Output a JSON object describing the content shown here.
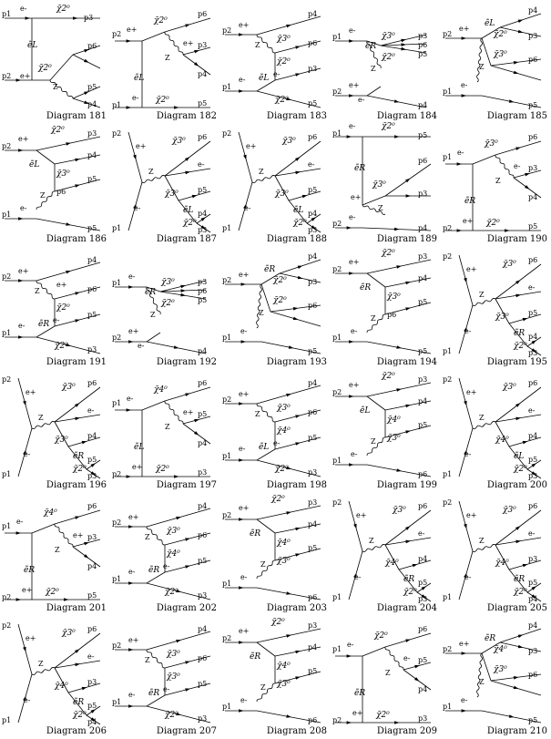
{
  "diagrams": [
    {
      "caption": "Diagram 181",
      "topo": "A",
      "labels": [
        "p1",
        "e-",
        "χ̃2⁰",
        "p3",
        "ẽL",
        "p6",
        "p2",
        "e+",
        "χ̃2⁰",
        "Z",
        "p5",
        "p4"
      ]
    },
    {
      "caption": "Diagram 182",
      "topo": "B",
      "labels": [
        "p2",
        "e+",
        "χ̃2⁰",
        "p6",
        "ẽL",
        "Z",
        "e+",
        "p3",
        "p4",
        "p1",
        "e-",
        "χ̃2⁰",
        "p5"
      ]
    },
    {
      "caption": "Diagram 183",
      "topo": "C",
      "labels": [
        "p2",
        "e+",
        "p4",
        "Z",
        "χ̃3⁰",
        "p6",
        "χ̃2⁰",
        "p3",
        "e-",
        "ẽL",
        "p1",
        "e-",
        "χ̃2⁰",
        "p5"
      ]
    },
    {
      "caption": "Diagram 184",
      "topo": "D",
      "labels": [
        "p1",
        "e-",
        "ẽR",
        "χ̃3⁰",
        "p3",
        "p6",
        "χ̃2⁰",
        "p5",
        "Z",
        "e+",
        "p2",
        "e-",
        "p4"
      ]
    },
    {
      "caption": "Diagram 185",
      "topo": "E",
      "labels": [
        "p2",
        "e+",
        "ẽL",
        "p4",
        "χ̃2⁰",
        "p3",
        "Z",
        "χ̃3⁰",
        "p6",
        "p1",
        "e-",
        "p5"
      ]
    },
    {
      "caption": "Diagram 186",
      "topo": "F",
      "labels": [
        "p2",
        "e+",
        "χ̃2⁰",
        "p3",
        "ẽL",
        "p4",
        "χ̃3⁰",
        "p5",
        "Z",
        "p6",
        "p1",
        "e-",
        "p5"
      ]
    },
    {
      "caption": "Diagram 187",
      "topo": "G",
      "labels": [
        "p2",
        "e+",
        "Z",
        "χ̃3⁰",
        "p6",
        "e-",
        "p5",
        "χ̃3⁰",
        "ẽL",
        "p4",
        "p1",
        "e-",
        "χ̃2⁰",
        "p3"
      ]
    },
    {
      "caption": "Diagram 188",
      "topo": "G",
      "labels": [
        "p2",
        "e+",
        "Z",
        "χ̃3⁰",
        "p6",
        "e-",
        "p5",
        "χ̃3⁰",
        "ẽL",
        "p4",
        "p1",
        "e-",
        "χ̃2⁰",
        "p3"
      ]
    },
    {
      "caption": "Diagram 189",
      "topo": "H",
      "labels": [
        "p1",
        "e-",
        "χ̃2⁰",
        "p5",
        "ẽR",
        "p6",
        "e+",
        "χ̃3⁰",
        "p3",
        "Z",
        "p2",
        "e-",
        "p4"
      ]
    },
    {
      "caption": "Diagram 190",
      "topo": "B",
      "labels": [
        "p1",
        "e-",
        "χ̃3⁰",
        "p6",
        "ẽR",
        "Z",
        "e-",
        "p3",
        "p4",
        "p2",
        "e+",
        "χ̃2⁰",
        "p5"
      ]
    },
    {
      "caption": "Diagram 191",
      "topo": "C",
      "labels": [
        "p2",
        "e+",
        "p4",
        "Z",
        "e+",
        "p6",
        "χ̃2⁰",
        "p5",
        "e-",
        "ẽR",
        "p1",
        "e-",
        "χ̃2⁰",
        "p3"
      ]
    },
    {
      "caption": "Diagram 192",
      "topo": "D",
      "labels": [
        "p1",
        "e-",
        "ẽR",
        "χ̃3⁰",
        "p3",
        "p6",
        "χ̃2⁰",
        "p5",
        "Z",
        "e+",
        "p2",
        "e-",
        "p4"
      ]
    },
    {
      "caption": "Diagram 193",
      "topo": "E",
      "labels": [
        "p2",
        "e+",
        "ẽR",
        "p4",
        "χ̃2⁰",
        "p3",
        "Z",
        "χ̃2⁰",
        "p6",
        "p1",
        "e-",
        "p5"
      ]
    },
    {
      "caption": "Diagram 194",
      "topo": "F",
      "labels": [
        "p2",
        "e+",
        "χ̃2⁰",
        "p3",
        "ẽR",
        "p4",
        "χ̃3⁰",
        "p5",
        "Z",
        "p6",
        "p1",
        "e-",
        "p5"
      ]
    },
    {
      "caption": "Diagram 195",
      "topo": "G",
      "labels": [
        "p2",
        "e+",
        "Z",
        "χ̃3⁰",
        "p6",
        "e-",
        "p5",
        "χ̃3⁰",
        "ẽR",
        "p4",
        "p1",
        "e-",
        "χ̃2⁰",
        "p3"
      ]
    },
    {
      "caption": "Diagram 196",
      "topo": "G",
      "labels": [
        "p2",
        "e+",
        "Z",
        "χ̃3⁰",
        "p6",
        "e-",
        "p4",
        "χ̃3⁰",
        "ẽR",
        "p5",
        "p1",
        "e-",
        "χ̃2⁰",
        "p3"
      ]
    },
    {
      "caption": "Diagram 197",
      "topo": "B",
      "labels": [
        "p1",
        "e-",
        "χ̃4⁰",
        "p6",
        "ẽL",
        "Z",
        "e+",
        "p5",
        "p4",
        "p2",
        "e+",
        "χ̃2⁰",
        "p3"
      ]
    },
    {
      "caption": "Diagram 198",
      "topo": "C",
      "labels": [
        "p2",
        "e+",
        "p4",
        "Z",
        "χ̃3⁰",
        "p6",
        "χ̃4⁰",
        "p5",
        "e-",
        "ẽL",
        "p1",
        "e-",
        "χ̃2⁰",
        "p3"
      ]
    },
    {
      "caption": "Diagram 199",
      "topo": "F",
      "labels": [
        "p2",
        "e+",
        "χ̃2⁰",
        "p3",
        "ẽL",
        "p4",
        "χ̃4⁰",
        "p5",
        "Z",
        "χ̃3⁰",
        "p1",
        "e-",
        "p6"
      ]
    },
    {
      "caption": "Diagram 200",
      "topo": "G",
      "labels": [
        "p2",
        "e+",
        "Z",
        "χ̃3⁰",
        "p6",
        "e-",
        "p4",
        "χ̃4⁰",
        "ẽL",
        "p5",
        "p1",
        "e-",
        "χ̃2⁰",
        "p3"
      ]
    },
    {
      "caption": "Diagram 201",
      "topo": "B",
      "labels": [
        "p1",
        "e-",
        "χ̃4⁰",
        "p6",
        "ẽR",
        "Z",
        "e+",
        "p3",
        "p4",
        "p2",
        "e+",
        "χ̃2⁰",
        "p5"
      ]
    },
    {
      "caption": "Diagram 202",
      "topo": "C",
      "labels": [
        "p2",
        "e+",
        "p4",
        "Z",
        "χ̃3⁰",
        "p6",
        "χ̃4⁰",
        "p5",
        "e-",
        "ẽR",
        "p1",
        "e-",
        "χ̃2⁰",
        "p3"
      ]
    },
    {
      "caption": "Diagram 203",
      "topo": "F",
      "labels": [
        "p2",
        "e+",
        "χ̃2⁰",
        "p3",
        "ẽR",
        "p4",
        "χ̃4⁰",
        "p5",
        "Z",
        "χ̃3⁰",
        "p1",
        "e-",
        "p6"
      ]
    },
    {
      "caption": "Diagram 204",
      "topo": "G",
      "labels": [
        "p2",
        "e+",
        "Z",
        "χ̃3⁰",
        "p6",
        "e-",
        "p4",
        "χ̃4⁰",
        "ẽR",
        "p5",
        "p1",
        "e-",
        "χ̃2⁰",
        "p3"
      ]
    },
    {
      "caption": "Diagram 205",
      "topo": "G",
      "labels": [
        "p2",
        "e+",
        "Z",
        "χ̃3⁰",
        "p6",
        "e-",
        "p3",
        "χ̃4⁰",
        "ẽR",
        "p5",
        "p1",
        "e-",
        "χ̃2⁰",
        "p4"
      ]
    },
    {
      "caption": "Diagram 206",
      "topo": "G",
      "labels": [
        "p2",
        "e+",
        "Z",
        "χ̃3⁰",
        "p6",
        "e-",
        "p3",
        "χ̃4⁰",
        "ẽR",
        "p5",
        "p1",
        "e-",
        "χ̃2⁰",
        "p4"
      ]
    },
    {
      "caption": "Diagram 207",
      "topo": "C",
      "labels": [
        "p2",
        "e+",
        "p4",
        "Z",
        "χ̃3⁰",
        "p6",
        "χ̃3⁰",
        "p5",
        "e-",
        "ẽR",
        "p1",
        "e-",
        "χ̃2⁰",
        "p3"
      ]
    },
    {
      "caption": "Diagram 208",
      "topo": "F",
      "labels": [
        "p2",
        "e+",
        "χ̃2⁰",
        "p3",
        "ẽR",
        "p4",
        "χ̃4⁰",
        "p5",
        "Z",
        "χ̃3⁰",
        "p1",
        "e-",
        "p6"
      ]
    },
    {
      "caption": "Diagram 209",
      "topo": "B",
      "labels": [
        "p1",
        "e-",
        "χ̃2⁰",
        "p6",
        "ẽR",
        "Z",
        "e-",
        "p5",
        "p4",
        "p2",
        "e+",
        "χ̃2⁰",
        "p3"
      ]
    },
    {
      "caption": "Diagram 210",
      "topo": "E",
      "labels": [
        "p2",
        "e+",
        "ẽR",
        "p4",
        "χ̃4⁰",
        "p3",
        "Z",
        "χ̃3⁰",
        "p6",
        "p1",
        "e-",
        "p5"
      ]
    }
  ]
}
